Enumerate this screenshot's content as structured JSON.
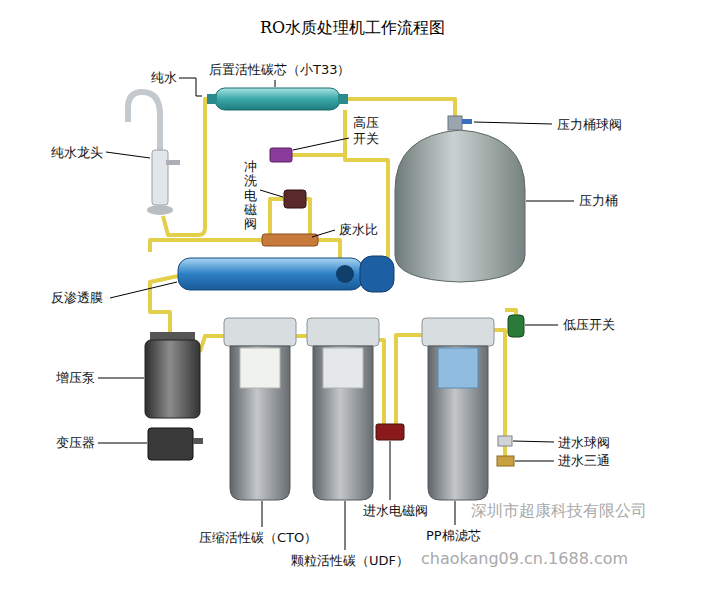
{
  "diagram": {
    "title": "RO水质处理机工作流程图",
    "labels": [
      "纯水",
      "后置活性碳芯（小T33）",
      "纯水龙头",
      "压力桶球阀",
      "高压开关",
      "压力桶",
      "冲洗电磁阀",
      "废水比",
      "反渗透膜",
      "低压开关",
      "增压泵",
      "变压器",
      "进水球阀",
      "进水三通",
      "进水电磁阀",
      "压缩活性碳（CTO）",
      "PP棉滤芯",
      "颗粒活性碳（UDF）",
      "深圳市超康科技有限公司",
      "chaokang09.cn.1688.com"
    ]
  }
}
